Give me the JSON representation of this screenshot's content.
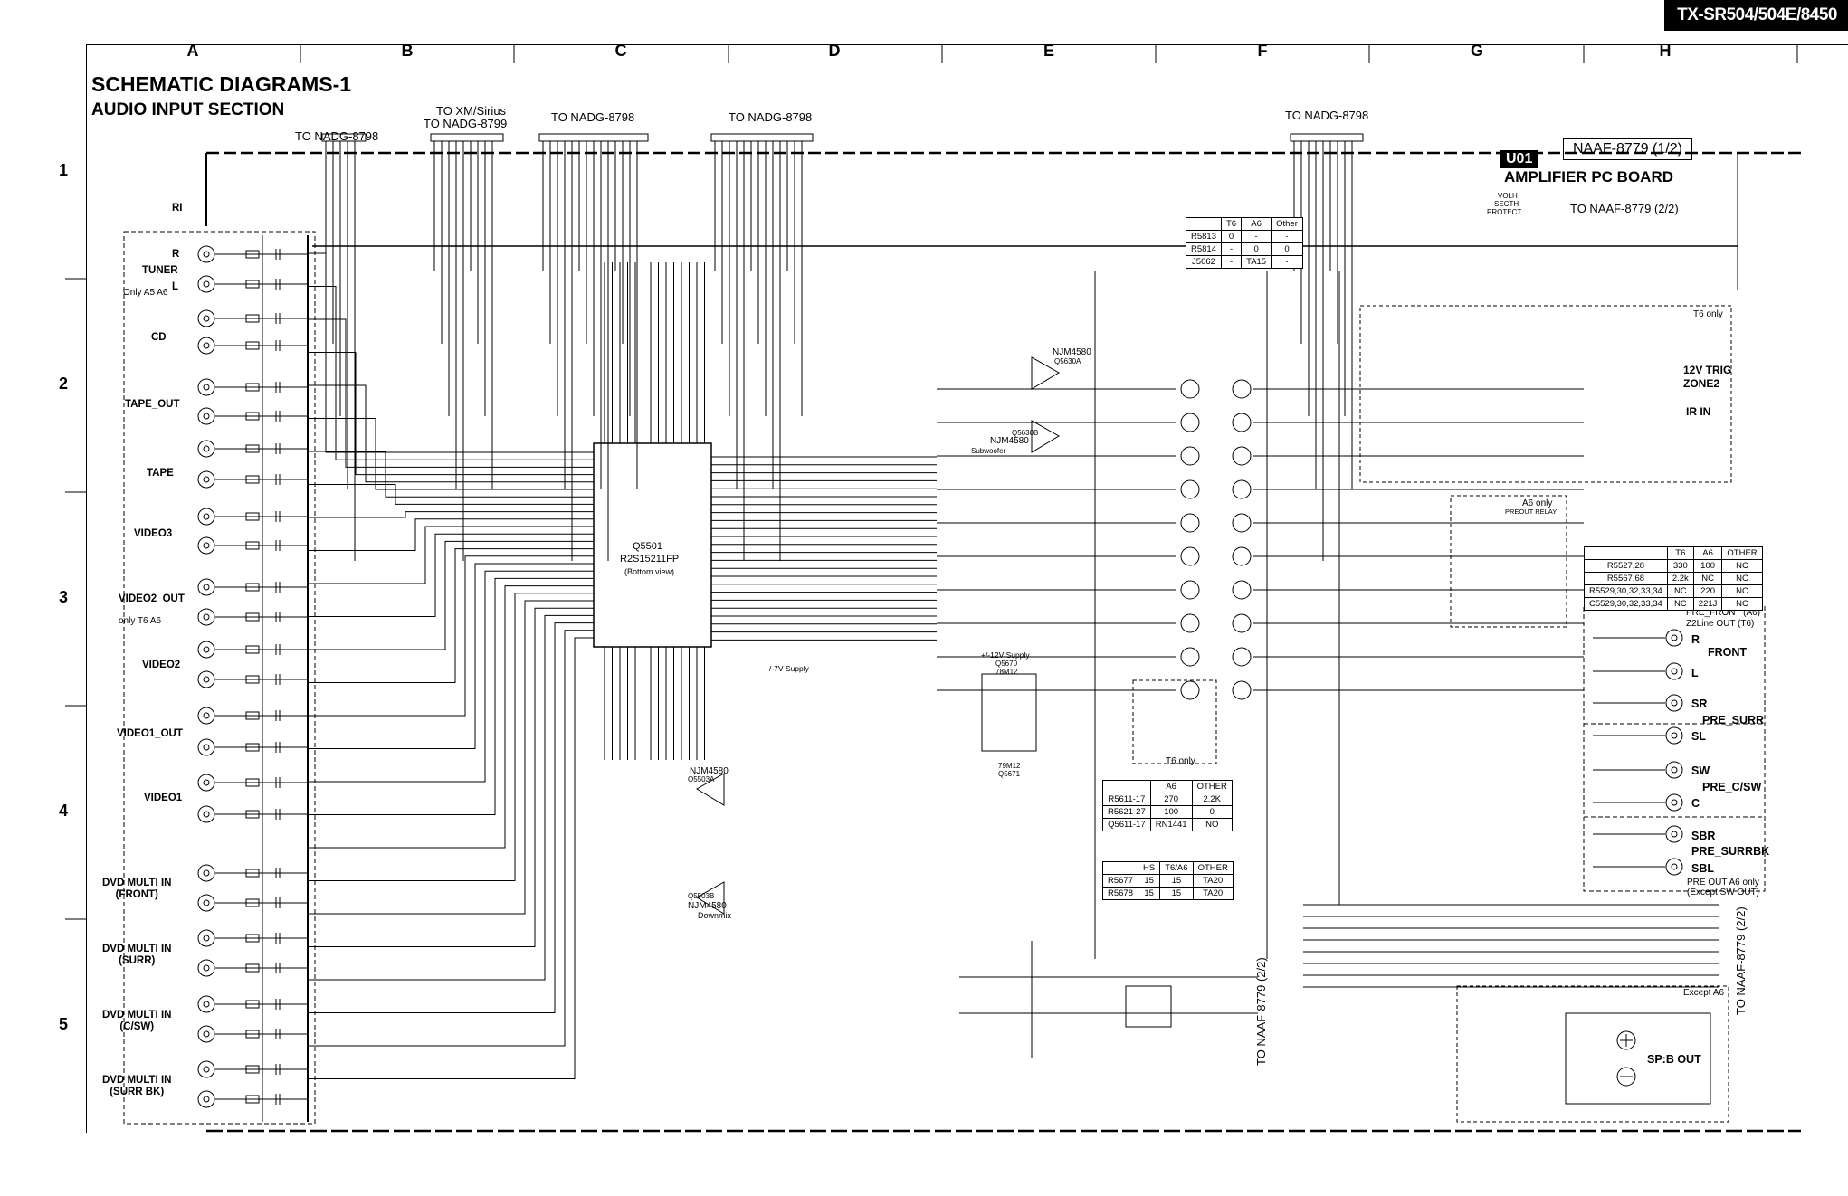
{
  "model": "TX-SR504/504E/8450",
  "title": "SCHEMATIC DIAGRAMS-1",
  "subtitle": "AUDIO INPUT SECTION",
  "grid": {
    "columns": [
      "A",
      "B",
      "C",
      "D",
      "E",
      "F",
      "G",
      "H"
    ],
    "rows": [
      "1",
      "2",
      "3",
      "4",
      "5"
    ]
  },
  "connectors": {
    "p304": "TO NADG-8798",
    "xm1": "TO XM/Sirius",
    "xm2": "TO NADG-8799",
    "p303": "TO NADG-8798",
    "p302": "TO NADG-8798",
    "p301": "TO NADG-8798"
  },
  "board": {
    "badge": "U01",
    "ref": "NAAF-8779 (1/2)",
    "name": "AMPLIFIER PC BOARD",
    "to_naaf_top": "TO NAAF-8779 (2/2)",
    "to_naaf_mid": "TO NAAF-8779 (2/2)",
    "to_naaf_right": "TO NAAF-8779 (2/2)",
    "volh": "VOLH",
    "secth": "SECTH",
    "protect": "PROTECT"
  },
  "inputs": {
    "ri": "RI",
    "tuner": "TUNER",
    "tuner_r": "R",
    "tuner_l": "L",
    "tuner_note": "Only A5 A6",
    "cd": "CD",
    "tape_out": "TAPE_OUT",
    "tape": "TAPE",
    "video3": "VIDEO3",
    "video2_out": "VIDEO2_OUT",
    "video2_note": "only T6 A6",
    "video2": "VIDEO2",
    "video1_out": "VIDEO1_OUT",
    "video1": "VIDEO1",
    "dvd_front": "DVD MULTI IN\n(FRONT)",
    "dvd_surr": "DVD MULTI IN\n(SURR)",
    "dvd_csw": "DVD MULTI IN\n(C/SW)",
    "dvd_surrbk": "DVD MULTI IN\n(SURR BK)"
  },
  "ic": {
    "q5501_name": "Q5501",
    "q5501_part": "R2S15211FP",
    "q5501_view": "(Bottom view)",
    "njm_top": "NJM4580",
    "njm_top_ref": "Q5630A",
    "njm_mid_ref": "Q5630B",
    "njm_mid": "NJM4580",
    "subwoofer": "Subwoofer",
    "njm_dmix": "NJM4580",
    "njm_dmix_ref": "Q5503A",
    "njm_dmix2_ref": "Q5503B",
    "njm_dmix2": "NJM4580",
    "downmix": "Downmix",
    "supply_7v": "+/-7V Supply",
    "supply_12v": "+/-12V Supply",
    "q5670": "Q5670",
    "q5670_part": "78M12",
    "q5671": "Q5671",
    "q5671_part": "79M12"
  },
  "outputs": {
    "trig": "12V TRIG",
    "zone2": "ZONE2",
    "ir_in": "IR IN",
    "t6_only": "T6 only",
    "a6_only": "A6 only",
    "preout_relay": "PREOUT RELAY",
    "pre_front_a6": "PRE_FRONT (A6)",
    "z2line": "Z2Line OUT (T6)",
    "r": "R",
    "front": "FRONT",
    "l": "L",
    "sr": "SR",
    "pre_surr": "PRE_SURR",
    "sl": "SL",
    "sw": "SW",
    "pre_csw": "PRE_C/SW",
    "c": "C",
    "sbr": "SBR",
    "pre_surrbk": "PRE_SURRBK",
    "sbl": "SBL",
    "preout_note1": "PRE OUT A6 only",
    "preout_note2": "(Except SW OUT)",
    "except_a6": "Except A6",
    "sp_b_out": "SP:B OUT",
    "t6_only_small": "T6 only"
  },
  "tables": {
    "t1": {
      "head": [
        "",
        "T6",
        "A6",
        "Other"
      ],
      "rows": [
        [
          "R5813",
          "0",
          "-",
          "-"
        ],
        [
          "R5814",
          "-",
          "0",
          "0"
        ],
        [
          "J5062",
          "-",
          "TA15",
          "-"
        ]
      ]
    },
    "t2": {
      "head": [
        "",
        "T6",
        "A6",
        "OTHER"
      ],
      "rows": [
        [
          "R5527,28",
          "330",
          "100",
          "NC"
        ],
        [
          "R5567,68",
          "2.2k",
          "NC",
          "NC"
        ],
        [
          "R5529,30,32,33,34",
          "NC",
          "220",
          "NC"
        ],
        [
          "C5529,30,32,33,34",
          "NC",
          "221J",
          "NC"
        ]
      ]
    },
    "t3": {
      "head": [
        "",
        "A6",
        "OTHER"
      ],
      "rows": [
        [
          "R5611-17",
          "270",
          "2.2K"
        ],
        [
          "R5621-27",
          "100",
          "0"
        ],
        [
          "Q5611-17",
          "RN1441",
          "NO"
        ]
      ]
    },
    "t4": {
      "head": [
        "",
        "HS",
        "T6/A6",
        "OTHER"
      ],
      "rows": [
        [
          "R5677",
          "15",
          "15",
          "TA20"
        ],
        [
          "R5678",
          "15",
          "15",
          "TA20"
        ]
      ]
    }
  }
}
